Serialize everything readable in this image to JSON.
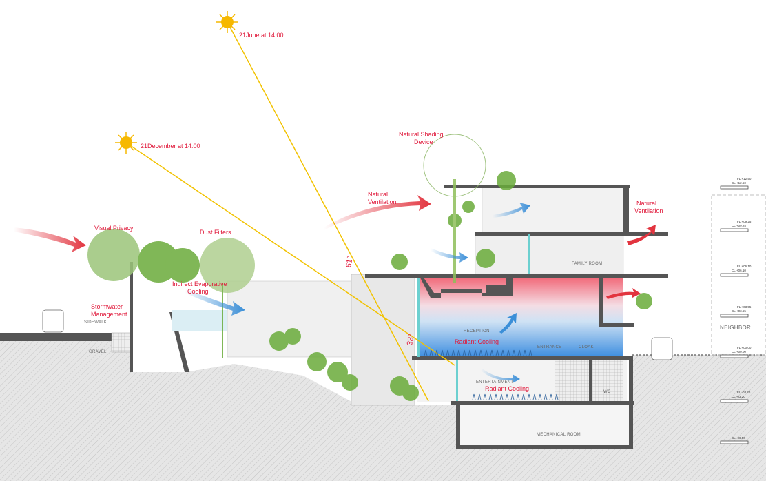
{
  "sun": {
    "june": {
      "label": "21June at 14:00",
      "angle_label": "61°"
    },
    "december": {
      "label": "21December at 14:00",
      "angle_label": "33°"
    }
  },
  "annotations": {
    "natural_shading_line1": "Natural Shading",
    "natural_shading_line2": "Device",
    "natural_ventilation_left_line1": "Natural",
    "natural_ventilation_left_line2": "Ventilation",
    "natural_ventilation_right_line1": "Natural",
    "natural_ventilation_right_line2": "Ventilation",
    "visual_privacy": "Visual Privacy",
    "dust_filters": "Dust Filters",
    "indirect_evaporative_line1": "Indirect Evaporative",
    "indirect_evaporative_line2": "Cooling",
    "stormwater_line1": "Stormwater",
    "stormwater_line2": "Management",
    "radiant_cooling_upper": "Radiant Cooling",
    "radiant_cooling_lower": "Radiant Cooling"
  },
  "small_labels": {
    "sidewalk": "SIDEWALK",
    "gravel": "GRAVEL",
    "neighbor": "NEIGHBOR"
  },
  "rooms": {
    "family_room": "FAMILY ROOM",
    "reception": "RECEPTION",
    "entrance": "ENTRANCE",
    "cloak": "CLOAK",
    "entertainment": "ENTERTAINMENT",
    "wc": "WC",
    "mechanical_room": "MECHANICAL ROOM"
  },
  "levels": [
    {
      "fl": "FL:+12.50",
      "cl": "CL:+12.50"
    },
    {
      "fl": "FL:+09.25",
      "cl": "CL:+09.25"
    },
    {
      "fl": "FL:+06.10",
      "cl": "CL:+06.10"
    },
    {
      "fl": "FL:+03.55",
      "cl": "CL:+03.55"
    },
    {
      "fl": "FL:+00.00",
      "cl": "CL:+00.00"
    },
    {
      "fl": "FL:-03.20",
      "cl": "CL:-03.20"
    },
    {
      "fl": "",
      "cl": "CL:-06.50"
    }
  ],
  "colors": {
    "annotation": "#e0183a",
    "sun_ray": "#f2c200",
    "cool": "#3b8fd8",
    "warm": "#f06070",
    "tree": "#5a9a2e"
  }
}
